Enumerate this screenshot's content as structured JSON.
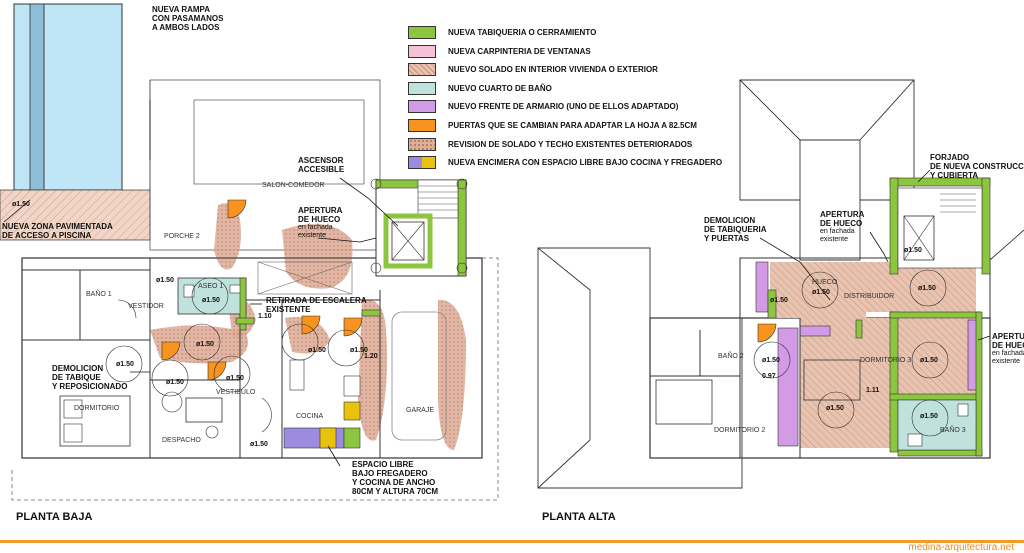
{
  "colors": {
    "tabique": "#8cc63e",
    "carpinteria": "#f4c1d6",
    "solado": "#e8c3b0",
    "bano": "#bfe3dc",
    "armario": "#d39be6",
    "puertas": "#f7931e",
    "revision": "#d9a28b",
    "encimera_a": "#9b8ce0",
    "encimera_b": "#e8c20c",
    "accent_line": "#f39a2c"
  },
  "legend": [
    {
      "text": "NUEVA TABIQUERIA O CERRAMIENTO",
      "swatch": "tabique"
    },
    {
      "text": "NUEVA CARPINTERIA DE VENTANAS",
      "swatch": "carpinteria"
    },
    {
      "text": "NUEVO SOLADO EN INTERIOR VIVIENDA O EXTERIOR",
      "swatch": "solado"
    },
    {
      "text": "NUEVO CUARTO DE BAÑO",
      "swatch": "bano"
    },
    {
      "text": "NUEVO FRENTE DE ARMARIO (UNO DE ELLOS ADAPTADO)",
      "swatch": "armario"
    },
    {
      "text": "PUERTAS QUE SE CAMBIAN PARA ADAPTAR LA HOJA A 82.5cm",
      "swatch": "puertas"
    },
    {
      "text": "REVISION DE SOLADO Y TECHO EXISTENTES DETERIORADOS",
      "swatch": "revision"
    },
    {
      "text": "NUEVA ENCIMERA CON ESPACIO LIBRE BAJO COCINA Y FREGADERO",
      "swatch": "encimera"
    }
  ],
  "planta_baja": {
    "title": "PLANTA BAJA",
    "notes": {
      "rampa": "NUEVA RAMPA\nCON PASAMANOS\nA AMBOS LADOS",
      "zona": "NUEVA ZONA PAVIMENTADA\nDE ACCESO A PISCINA",
      "ascensor": "ASCENSOR\nACCESIBLE",
      "hueco": "APERTURA\nDE HUECO",
      "hueco_sub": "en fachada\nexistente",
      "escalera": "RETIRADA DE ESCALERA\nEXISTENTE",
      "tabique": "DEMOLICION\nDE TABIQUE\nY REPOSICIONADO",
      "espacio": "ESPACIO LIBRE\nBAJO FREGADERO\nY COCINA DE ANCHO\n80cm Y ALTURA 70cm"
    },
    "rooms": {
      "salon": "SALON-COMEDOR",
      "porche": "PORCHE 2",
      "aseo": "ASEO 1",
      "bano1": "BAÑO 1",
      "vestidor": "VESTIDOR",
      "vestibulo": "VESTIBULO",
      "dormitorio": "DORMITORIO",
      "despacho": "DESPACHO",
      "cocina": "COCINA",
      "garaje": "GARAJE"
    },
    "dims": {
      "d150a": "ø1.50",
      "d150b": "ø1.50",
      "d150c": "ø1.50",
      "d150d": "ø1.50",
      "d150e": "ø1.50",
      "d150f": "ø1.50",
      "d150g": "ø1.50",
      "d150h": "ø1.50",
      "d150i": "ø1.50",
      "d150j": "ø1.50",
      "d120": "1.20",
      "d110": "1.10"
    }
  },
  "planta_alta": {
    "title": "PLANTA ALTA",
    "notes": {
      "demolicion": "DEMOLICION\nDE TABIQUERIA\nY PUERTAS",
      "hueco1": "APERTURA\nDE HUECO",
      "hueco1_sub": "en fachada\nexistente",
      "forjado": "FORJADO\nDE NUEVA CONSTRUCCION\nY CUBIERTA",
      "hueco2": "APERTURA\nDE HUECO",
      "hueco2_sub": "en fachada\nexistente"
    },
    "rooms": {
      "hueco": "HUECO",
      "distribuidor": "DISTRIBUIDOR",
      "bano2": "BAÑO 2",
      "dormitorio3": "DORMITORIO 3",
      "dormitorio2": "DORMITORIO 2",
      "bano3": "BAÑO 3"
    },
    "dims": {
      "a1": "ø1.50",
      "a2": "ø1.50",
      "a3": "ø1.50",
      "a4": "ø1.50",
      "a5": "ø1.50",
      "a6": "ø1.50",
      "a7": "ø1.50",
      "a8": "ø1.50",
      "d097": "0.97",
      "d111": "1.11"
    }
  },
  "credit": "medina-arquitectura.net"
}
